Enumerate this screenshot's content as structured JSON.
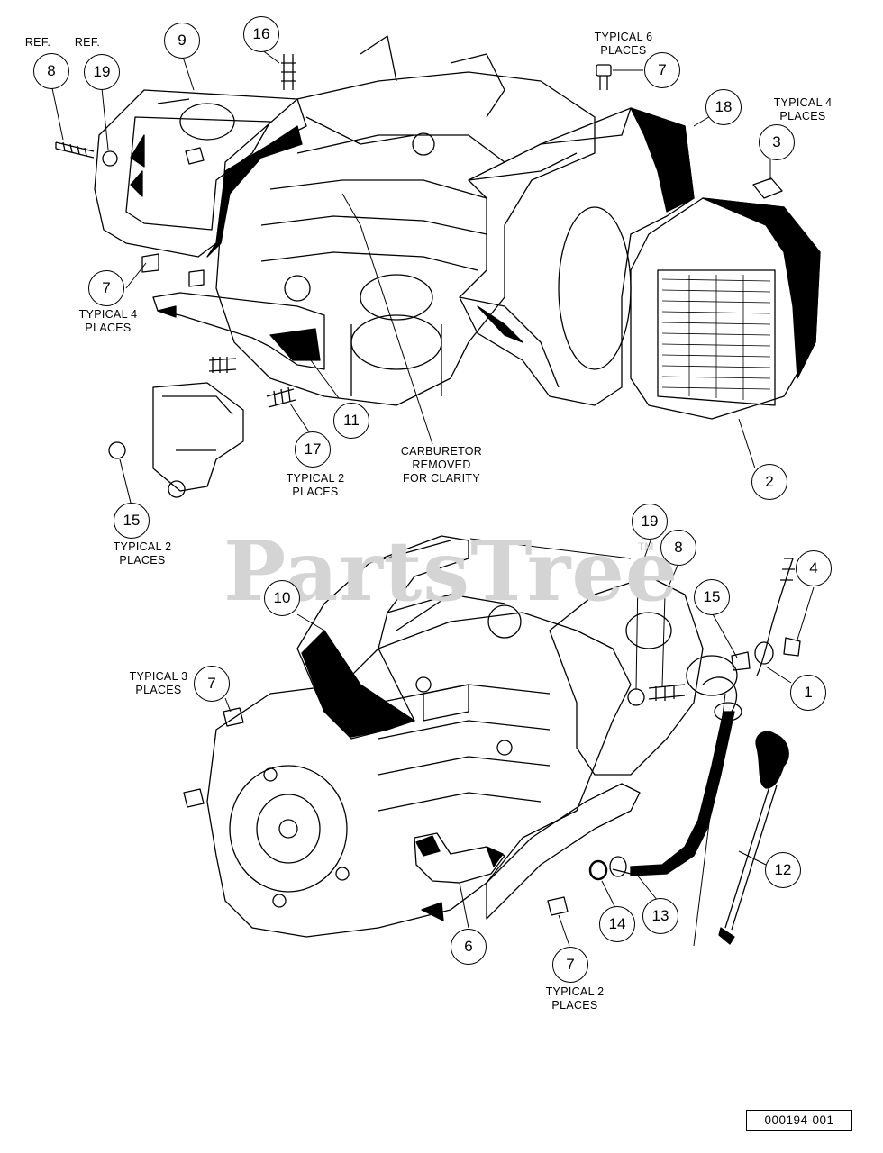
{
  "watermark": {
    "text": "PartsTree",
    "mark": "TM"
  },
  "drawing_number": "000194-001",
  "callouts": [
    {
      "id": "c-9",
      "number": "9"
    },
    {
      "id": "c-16",
      "number": "16"
    },
    {
      "id": "c-7a",
      "number": "7"
    },
    {
      "id": "c-18",
      "number": "18"
    },
    {
      "id": "c-8a",
      "number": "8"
    },
    {
      "id": "c-19a",
      "number": "19"
    },
    {
      "id": "c-3",
      "number": "3"
    },
    {
      "id": "c-7b",
      "number": "7"
    },
    {
      "id": "c-11",
      "number": "11"
    },
    {
      "id": "c-17",
      "number": "17"
    },
    {
      "id": "c-2",
      "number": "2"
    },
    {
      "id": "c-15a",
      "number": "15"
    },
    {
      "id": "c-19b",
      "number": "19"
    },
    {
      "id": "c-8b",
      "number": "8"
    },
    {
      "id": "c-4",
      "number": "4"
    },
    {
      "id": "c-10",
      "number": "10"
    },
    {
      "id": "c-15b",
      "number": "15"
    },
    {
      "id": "c-1",
      "number": "1"
    },
    {
      "id": "c-7c",
      "number": "7"
    },
    {
      "id": "c-12",
      "number": "12"
    },
    {
      "id": "c-14",
      "number": "14"
    },
    {
      "id": "c-13",
      "number": "13"
    },
    {
      "id": "c-6",
      "number": "6"
    },
    {
      "id": "c-7d",
      "number": "7"
    }
  ],
  "notes": [
    {
      "id": "n-ref-8",
      "lines": [
        "REF."
      ]
    },
    {
      "id": "n-ref-19",
      "lines": [
        "REF."
      ]
    },
    {
      "id": "n-typ6",
      "lines": [
        "TYPICAL 6",
        "PLACES"
      ]
    },
    {
      "id": "n-typ4-top",
      "lines": [
        "TYPICAL 4",
        "PLACES"
      ]
    },
    {
      "id": "n-typ4-left",
      "lines": [
        "TYPICAL 4",
        "PLACES"
      ]
    },
    {
      "id": "n-typ2-17",
      "lines": [
        "TYPICAL 2",
        "PLACES"
      ]
    },
    {
      "id": "n-carb",
      "lines": [
        "CARBURETOR",
        "REMOVED",
        "FOR CLARITY"
      ]
    },
    {
      "id": "n-typ2-15",
      "lines": [
        "TYPICAL 2",
        "PLACES"
      ]
    },
    {
      "id": "n-typ3",
      "lines": [
        "TYPICAL 3",
        "PLACES"
      ]
    },
    {
      "id": "n-typ2-7",
      "lines": [
        "TYPICAL 2",
        "PLACES"
      ]
    }
  ]
}
